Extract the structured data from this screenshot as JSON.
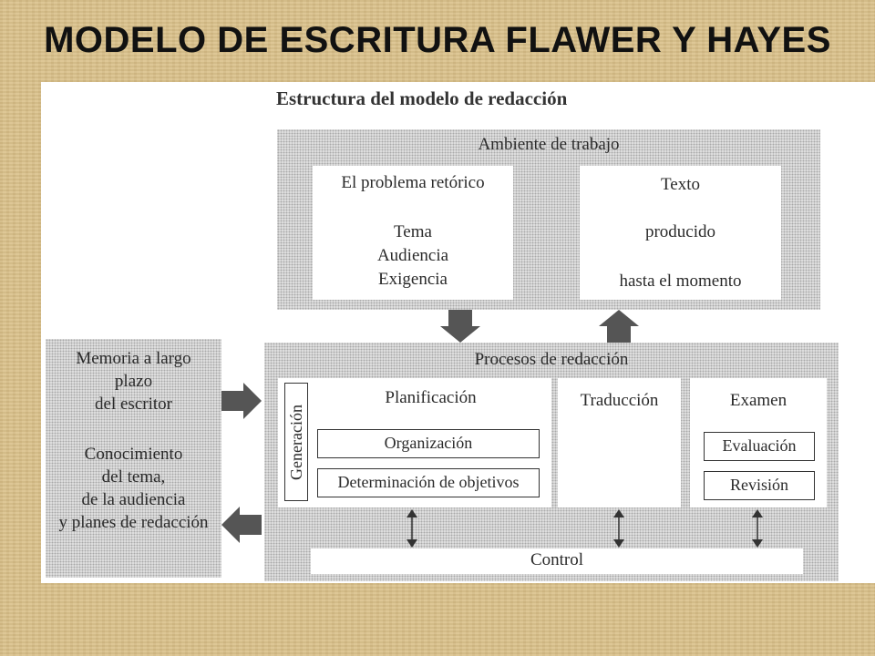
{
  "slide": {
    "title": "MODELO DE ESCRITURA FLAWER Y HAYES"
  },
  "diagram": {
    "heading": "Estructura del modelo de redacción",
    "ambiente": {
      "label": "Ambiente de trabajo",
      "problema": {
        "title": "El problema retórico",
        "items": [
          "Tema",
          "Audiencia",
          "Exigencia"
        ]
      },
      "texto": {
        "line1": "Texto",
        "line2": "producido",
        "line3": "hasta el momento"
      }
    },
    "memoria": {
      "lines": [
        "Memoria a largo",
        "plazo",
        "del escritor"
      ],
      "conocimiento": [
        "Conocimiento",
        "del tema,",
        "de la audiencia",
        "y planes de redacción"
      ]
    },
    "procesos": {
      "label": "Procesos de redacción",
      "generacion": "Generación",
      "planificacion": "Planificación",
      "organizacion": "Organización",
      "objetivos": "Determinación de objetivos",
      "traduccion": "Traducción",
      "examen": "Examen",
      "evaluacion": "Evaluación",
      "revision": "Revisión",
      "control": "Control"
    }
  }
}
